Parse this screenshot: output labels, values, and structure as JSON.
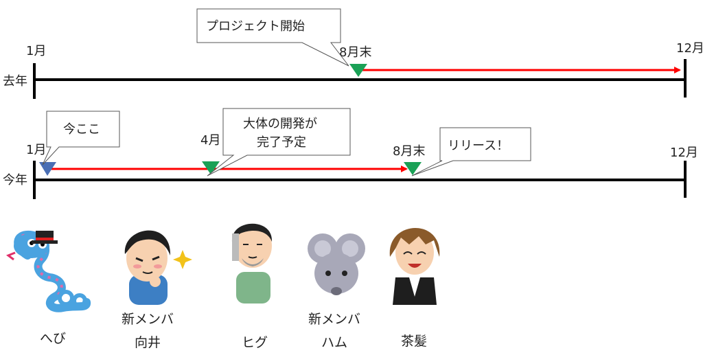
{
  "timeline_last_year": {
    "row_label": "去年",
    "start_label": "1月",
    "end_label": "12月",
    "marker_label": "8月末",
    "callout": "プロジェクト開始",
    "colors": {
      "axis": "#000000",
      "arrow": "#ff0000",
      "marker": "#1aa156"
    }
  },
  "timeline_this_year": {
    "row_label": "今年",
    "start_label": "1月",
    "end_label": "12月",
    "marker_apr_label": "4月",
    "marker_aug_label": "8月末",
    "callout_now": "今ここ",
    "callout_dev_line1": "大体の開発が",
    "callout_dev_line2": "完了予定",
    "callout_release": "リリース！",
    "colors": {
      "now_marker": "#4a6fb5",
      "marker": "#1aa156"
    }
  },
  "members": [
    {
      "icon": "snake-icon",
      "name_line1": "へび",
      "name_line2": ""
    },
    {
      "icon": "new-member-mukai-icon",
      "name_line1": "新メンバ",
      "name_line2": "向井"
    },
    {
      "icon": "bearded-man-icon",
      "name_line1": "ヒグ",
      "name_line2": ""
    },
    {
      "icon": "mouse-icon",
      "name_line1": "新メンバ",
      "name_line2": "ハム"
    },
    {
      "icon": "brown-hair-man-icon",
      "name_line1": "茶髪",
      "name_line2": ""
    }
  ]
}
